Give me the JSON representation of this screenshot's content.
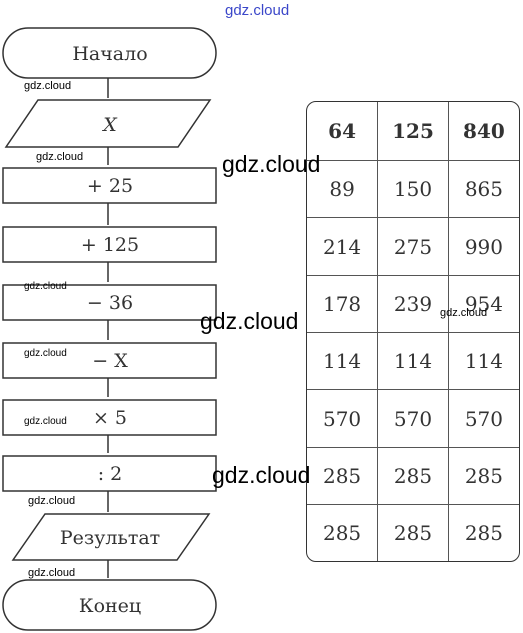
{
  "watermark": "gdz.cloud",
  "flowchart": {
    "start": "Начало",
    "input": "X",
    "op1": "+ 25",
    "op2": "+ 125",
    "op3": "− 36",
    "op4": "− X",
    "op5": "× 5",
    "op6": ": 2",
    "output": "Результат",
    "end": "Конец"
  },
  "table": {
    "headers": [
      "64",
      "125",
      "840"
    ],
    "rows": [
      [
        "89",
        "150",
        "865"
      ],
      [
        "214",
        "275",
        "990"
      ],
      [
        "178",
        "239",
        "954"
      ],
      [
        "114",
        "114",
        "114"
      ],
      [
        "570",
        "570",
        "570"
      ],
      [
        "285",
        "285",
        "285"
      ],
      [
        "285",
        "285",
        "285"
      ]
    ]
  }
}
